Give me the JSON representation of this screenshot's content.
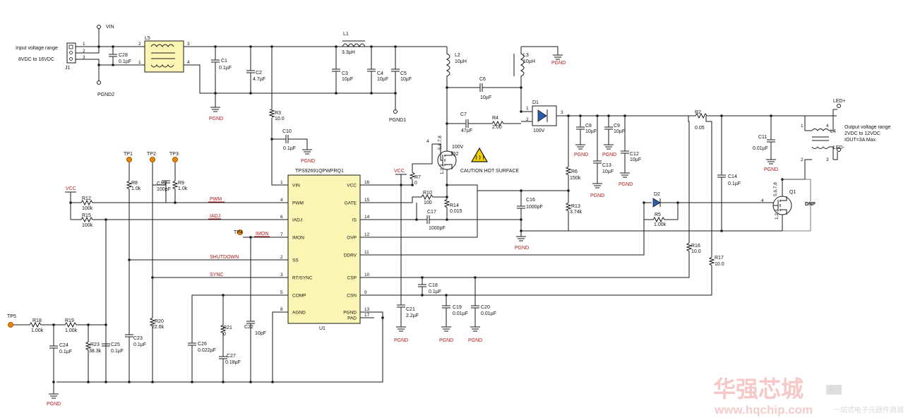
{
  "input": {
    "range_label": "Input voltage range",
    "range_value": "8VDC to 16VDC",
    "vin": "VIN",
    "pgnd2": "PGND2",
    "j1": "J1",
    "pin1": "1",
    "pin2": "2",
    "pin3": "3"
  },
  "parts": {
    "L5": "L5",
    "L5p2": "2",
    "L5p3": "3",
    "L5p1": "1",
    "L5p4": "4",
    "C28": "C28",
    "C28v": "0.1µF",
    "C1": "C1",
    "C1v": "0.1µF",
    "C2": "C2",
    "C2v": "4.7µF",
    "L1": "L1",
    "L1v": "3.3µH",
    "C3": "C3",
    "C3v": "10µF",
    "C4": "C4",
    "C4v": "10µF",
    "C5": "C5",
    "C5v": "10µF",
    "pgnd1": "PGND1",
    "L2": "L2",
    "L2v": "10µH",
    "L3": "L3",
    "L3v": "10µH",
    "C6": "C6",
    "C6v": "10µF",
    "C7": "C7",
    "C7v": "47µF",
    "R4": "R4",
    "R4v": "2.00",
    "D1": "D1",
    "D1v": "100V",
    "R3": "R3",
    "R3v": "10.0",
    "C10": "C10",
    "C10v": "0.1µF",
    "Q2": "Q2",
    "Q2v": "100V",
    "Q2pins": "5,6,7,8",
    "Q2p123": "1,2,3",
    "Q2p4": "4",
    "C8": "C8",
    "C8v": "10µF",
    "C9": "C9",
    "C9v": "10µF",
    "C12": "C12",
    "C12v": "10µF",
    "C13": "C13",
    "C13v": "10µF",
    "R2": "R2",
    "R2v": "0.05",
    "L4": "L4",
    "C11": "C11",
    "C11v": "0.01µF",
    "C14": "C14",
    "C14v": "0.1µF",
    "R6": "R6",
    "R6v": "150k",
    "R7": "R7",
    "R7v": "0",
    "R10": "R10",
    "R10v": "100",
    "R14": "R14",
    "R14v": "0.015",
    "C16": "C16",
    "C16v": "1000pF",
    "R13": "R13",
    "R13v": "3.74k",
    "C17": "C17",
    "C17v": "1000pF",
    "D2": "D2",
    "R5": "R5",
    "R5v": "1.00k",
    "Q1": "Q1",
    "Q1pins": "5,6,7,8",
    "Q1p123": "1,2,3",
    "Q1p4": "4",
    "dnp": "DNP",
    "R16": "R16",
    "R16v": "10.0",
    "R17": "R17",
    "R17v": "10.0",
    "C18": "C18",
    "C18v": "0.1µF",
    "C19": "C19",
    "C19v": "0.01µF",
    "C20": "C20",
    "C20v": "0.01µF",
    "C21": "C21",
    "C21v": "2.2µF",
    "R8": "R8",
    "R8v": "1.0k",
    "C15": "C15",
    "C15v": "100pF",
    "R9": "R9",
    "R9v": "1.0k",
    "R12": "R12",
    "R12v": "100k",
    "R15": "R15",
    "R15v": "100k",
    "R18": "R18",
    "R18v": "1.00k",
    "R19": "R19",
    "R19v": "1.00k",
    "C24": "C24",
    "C24v": "0.1µF",
    "R23": "R23",
    "R23v": "38.3k",
    "C25": "C25",
    "C25v": "0.1µF",
    "C23": "C23",
    "C23v": "0.1µF",
    "R20": "R20",
    "R20v": "22.6k",
    "C26": "C26",
    "C26v": "0.022µF",
    "R21": "R21",
    "R21v": "0",
    "C27": "C27",
    "C27v": "0.18µF",
    "C22": "C22",
    "C22v": "10pF"
  },
  "ic": {
    "part": "TPS92691QPWPRQ1",
    "ref": "U1",
    "left_pins": [
      {
        "num": "1",
        "name": "VIN"
      },
      {
        "num": "4",
        "name": "PWM"
      },
      {
        "num": "6",
        "name": "IADJ"
      },
      {
        "num": "7",
        "name": "IMON"
      },
      {
        "num": "2",
        "name": "SS"
      },
      {
        "num": "3",
        "name": "RT/SYNC"
      },
      {
        "num": "5",
        "name": "COMP"
      },
      {
        "num": "8",
        "name": "AGND"
      }
    ],
    "right_pins": [
      {
        "num": "16",
        "name": "VCC"
      },
      {
        "num": "15",
        "name": "GATE"
      },
      {
        "num": "14",
        "name": "IS"
      },
      {
        "num": "12",
        "name": "OVP"
      },
      {
        "num": "11",
        "name": "DDRV"
      },
      {
        "num": "10",
        "name": "CSP"
      },
      {
        "num": "9",
        "name": "CSN"
      },
      {
        "num": "13",
        "name": "PGND"
      },
      {
        "num": "17",
        "name": "PAD"
      }
    ]
  },
  "nets": {
    "vcc": "VCC",
    "pwm": "PWM",
    "iadj": "IADJ",
    "imon": "IMON",
    "shutdown": "SHUTDOWN",
    "sync": "SYNC",
    "pgnd": "PGND",
    "num3": "3",
    "num2": "2",
    "num1": "1",
    "num4": "4"
  },
  "testpoints": {
    "tp1": "TP1",
    "tp2": "TP2",
    "tp3": "TP3",
    "tp4": "TP4",
    "tp5": "TP5"
  },
  "caution": "CAUTION HOT SURFACE",
  "output": {
    "led_plus": "LED+",
    "led_minus": "LED-",
    "range_label": "Output voltage range",
    "range_value": "2VDC to 12VDC",
    "current": "IOUT=3A Max."
  },
  "watermark": {
    "cn": "华强芯城",
    "url": "www.hqchip.com",
    "badge": "旗下",
    "slogan": "一站式电子元器件商城"
  },
  "colors": {
    "wire": "#1a1a1a",
    "net_label": "#b01818",
    "ic_fill": "#fcf6b4",
    "tp": "#e8860a",
    "caution": "#f4d000"
  }
}
